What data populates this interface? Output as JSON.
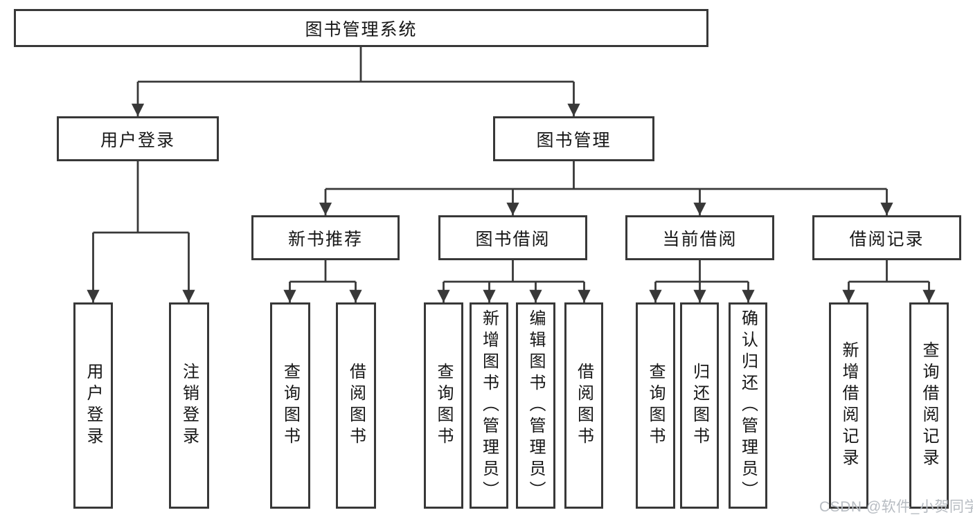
{
  "colors": {
    "line": "#383838",
    "box_border": "#383838",
    "text": "#161616",
    "background": "#ffffff",
    "watermark": "#b7bcc2"
  },
  "watermark": "CSDN @软件_小贺同学",
  "nodes": {
    "root": "图书管理系统",
    "user_login": "用户登录",
    "book_management": "图书管理",
    "new_book_recommend": "新书推荐",
    "book_borrowing": "图书借阅",
    "current_borrowing": "当前借阅",
    "borrowing_records": "借阅记录"
  },
  "leaves": [
    "用户登录",
    "注销登录",
    "查询图书",
    "借阅图书",
    "查询图书",
    "新增图书（管理员）",
    "编辑图书（管理员）",
    "借阅图书",
    "查询图书",
    "归还图书",
    "确认归还（管理员）",
    "新增借阅记录",
    "查询借阅记录"
  ]
}
